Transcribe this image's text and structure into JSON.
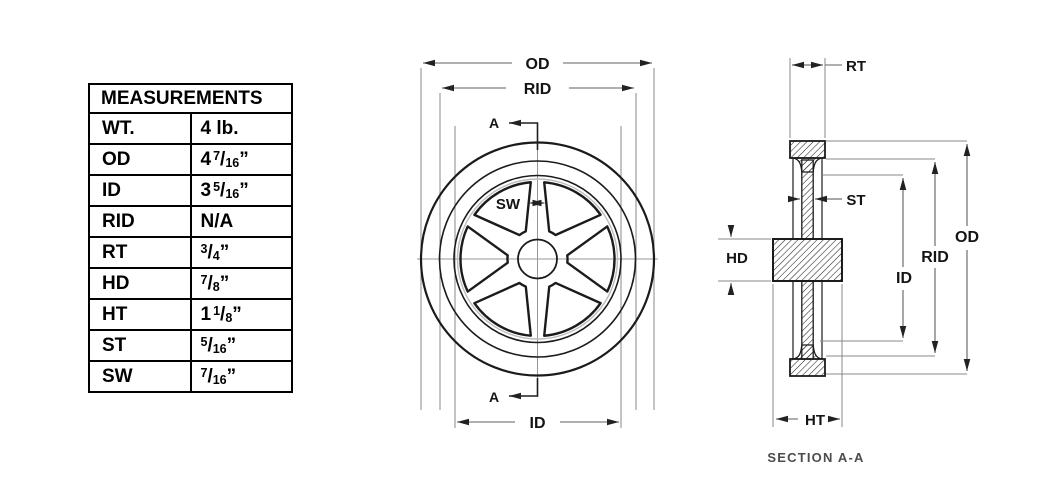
{
  "table": {
    "header": "MEASUREMENTS",
    "inch": "”",
    "rows": [
      {
        "label": "WT.",
        "text": "4 lb."
      },
      {
        "label": "OD",
        "whole": "4",
        "num": "7",
        "den": "16"
      },
      {
        "label": "ID",
        "whole": "3",
        "num": "5",
        "den": "16"
      },
      {
        "label": "RID",
        "text": "N/A"
      },
      {
        "label": "RT",
        "num": "3",
        "den": "4"
      },
      {
        "label": "HD",
        "num": "7",
        "den": "8"
      },
      {
        "label": "HT",
        "whole": "1",
        "num": "1",
        "den": "8"
      },
      {
        "label": "ST",
        "num": "5",
        "den": "16"
      },
      {
        "label": "SW",
        "num": "7",
        "den": "16"
      }
    ]
  },
  "front": {
    "od": "OD",
    "rid": "RID",
    "id": "ID",
    "sw": "SW",
    "a_top": "A",
    "a_bottom": "A"
  },
  "section": {
    "rt": "RT",
    "st": "ST",
    "od": "OD",
    "rid": "RID",
    "id": "ID",
    "hd": "HD",
    "ht": "HT",
    "caption": "SECTION A-A"
  },
  "colors": {
    "object_line": "#1b1b1b",
    "dimension_line": "#5f5f5f",
    "extension_line": "#8a8a8a",
    "centerline": "#979797",
    "phantom_circle": "#bcbcbc",
    "text": "#141414",
    "caption_text": "#4c4c4c",
    "background": "#ffffff"
  }
}
